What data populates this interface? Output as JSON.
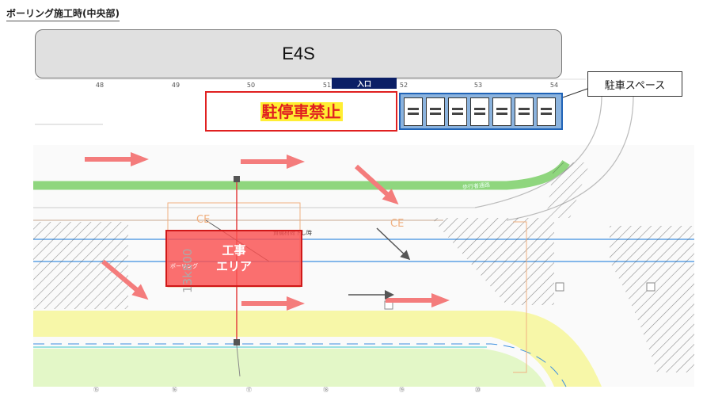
{
  "title": "ボーリング施工時(中央部)",
  "building_label": "E4S",
  "entrance_label": "入口",
  "no_parking_label": "駐停車禁止",
  "parking_callout": "駐車スペース",
  "work_area": {
    "line1": "工事",
    "line2": "エリア"
  },
  "grid_ticks": [
    "48",
    "49",
    "50",
    "51",
    "52",
    "53",
    "54"
  ],
  "bottom_ticks": [
    "⑮",
    "⑯",
    "⑰",
    "⑱",
    "⑲",
    "⑳"
  ],
  "map_labels": {
    "pedestrian": "歩行者通路",
    "unloading": "資機材荷下し時",
    "boring": "ボーリング",
    "ce_left": "CE",
    "ce_right": "CE",
    "distance": "13k800"
  },
  "parking_slots": 7,
  "colors": {
    "arrow": "#f47c7c",
    "no_parking_border": "#e02020",
    "no_parking_fill": "#ffee33",
    "parking_fill": "#8bb3de",
    "parking_border": "#1f63b7",
    "entrance": "#0b1f66",
    "pedestrian_path": "#8fd67e",
    "road_band": "#f7f7a8",
    "grass": "#e3f7c7",
    "utility_line": "#3d8fe0",
    "work_area": "#fa5050"
  }
}
